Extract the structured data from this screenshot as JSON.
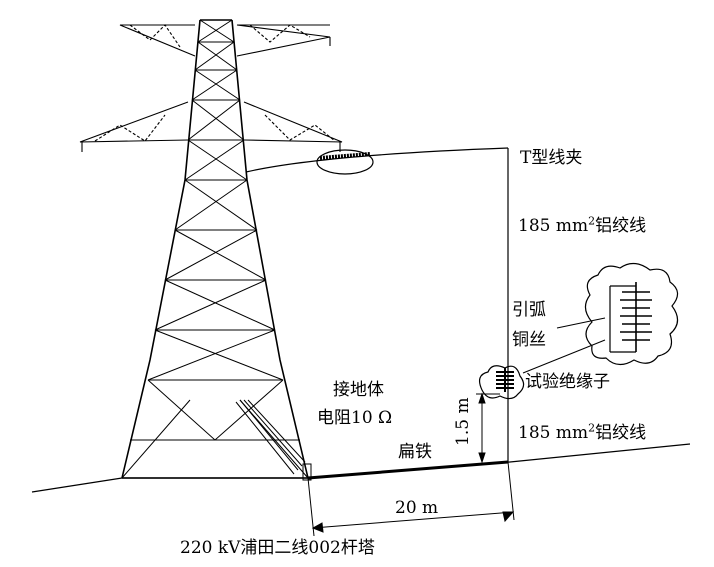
{
  "labels": {
    "t_clamp": "T型线夹",
    "wire_top_num": "185 mm",
    "wire_top_sup": "2",
    "wire_top_name": "铝绞线",
    "arc_wire_line1": "引弧",
    "arc_wire_line2": "铜丝",
    "test_insulator": "试验绝缘子",
    "ground_line1": "接地体",
    "ground_line2": "电阻10 Ω",
    "wire_bottom_num": "185 mm",
    "wire_bottom_sup": "2",
    "wire_bottom_name": "铝绞线",
    "flat_iron": "扁铁",
    "height_dim": "1.5 m",
    "distance_dim": "20 m",
    "tower_caption": "220 kV浦田二线002杆塔"
  },
  "colors": {
    "ink": "#000000",
    "paper": "#ffffff"
  }
}
